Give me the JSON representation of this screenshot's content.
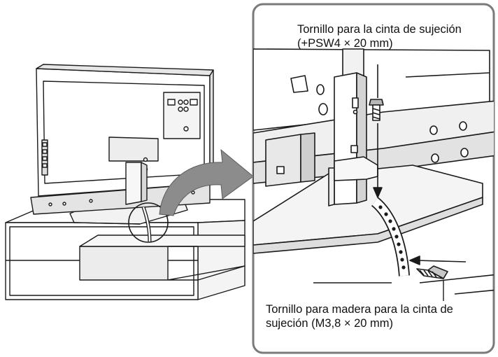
{
  "labels": {
    "strap_screw": {
      "line1": "Tornillo para la cinta de sujeción",
      "line2": "(+PSW4 × 20 mm)"
    },
    "wood_screw": {
      "line1": "Tornillo para madera para la cinta de",
      "line2": "sujeción (M3,8 × 20 mm)"
    }
  },
  "colors": {
    "line": "#1a1a1a",
    "fill_light": "#ffffff",
    "fill_shade": "#d6d6d6",
    "arrow": "#8c8c8c",
    "frame": "#7a7a7a"
  }
}
